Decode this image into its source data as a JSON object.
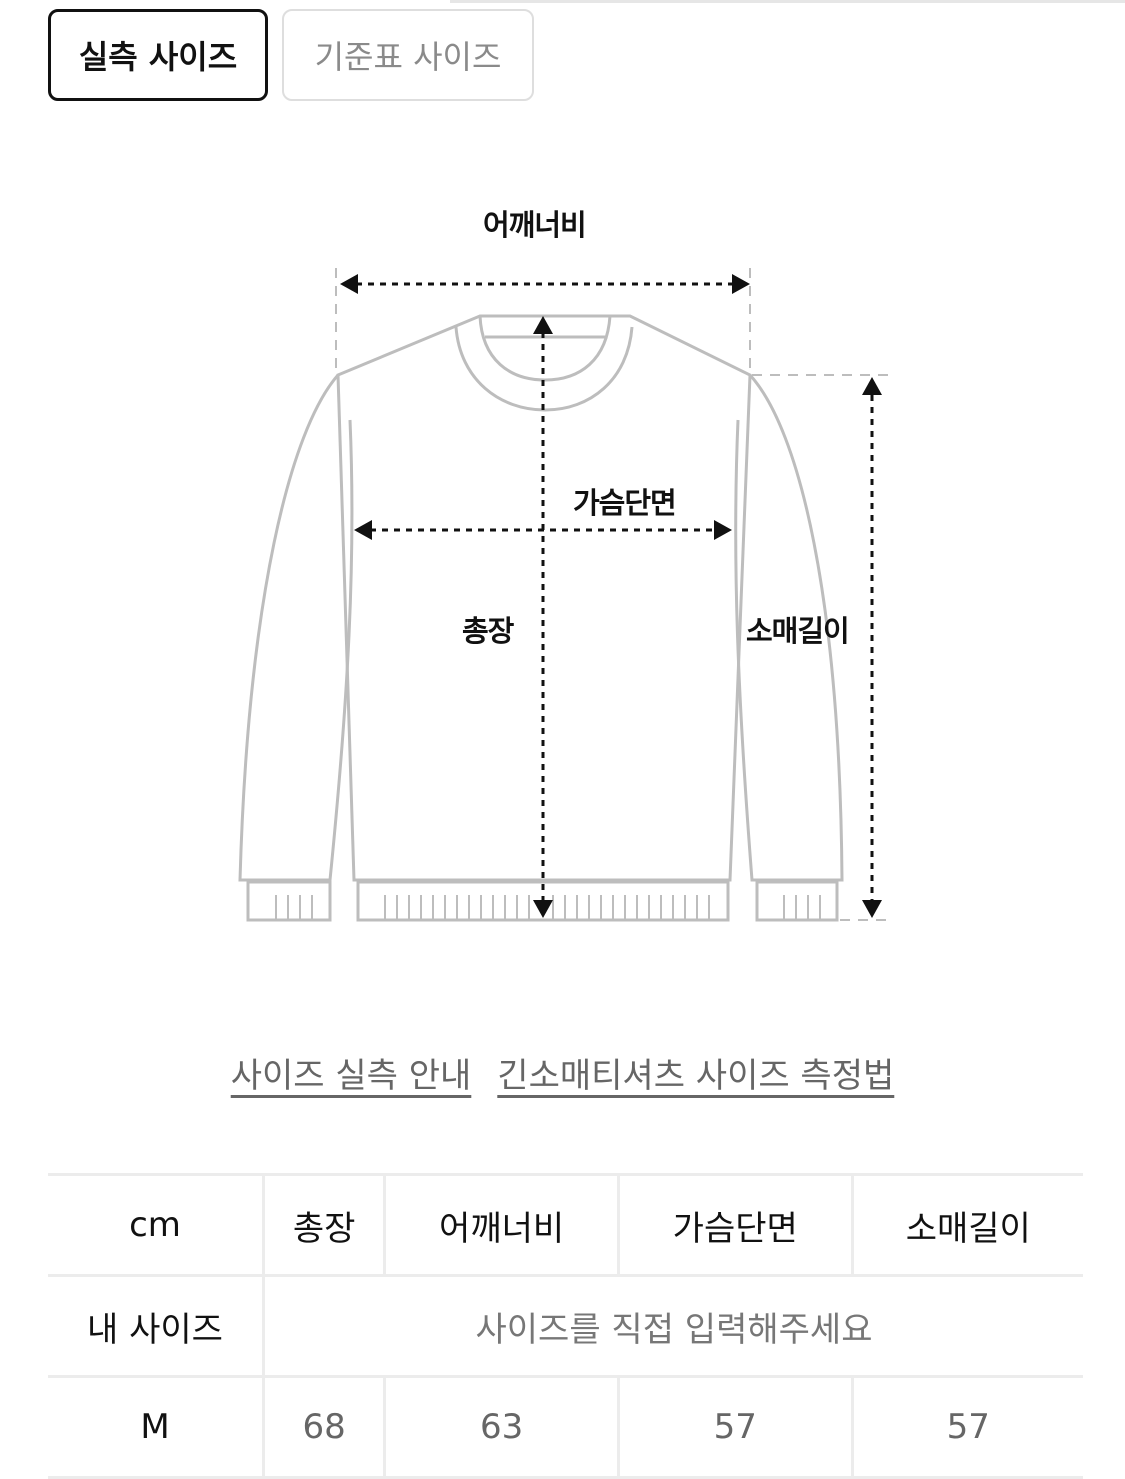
{
  "tabs": [
    {
      "label": "실측 사이즈",
      "active": true
    },
    {
      "label": "기준표 사이즈",
      "active": false
    }
  ],
  "diagram": {
    "labels": {
      "shoulder": "어깨너비",
      "chest": "가슴단면",
      "length": "총장",
      "sleeve": "소매길이"
    },
    "line_color": "#bdbdbd",
    "arrow_color": "#111111"
  },
  "links": [
    {
      "label": "사이즈 실측 안내"
    },
    {
      "label": "긴소매티셔츠 사이즈 측정법"
    }
  ],
  "size_table": {
    "unit": "cm",
    "columns": [
      "총장",
      "어깨너비",
      "가슴단면",
      "소매길이"
    ],
    "my_size_label": "내 사이즈",
    "my_size_placeholder": "사이즈를 직접 입력해주세요",
    "rows": [
      {
        "size": "M",
        "values": [
          "68",
          "63",
          "57",
          "57"
        ]
      }
    ]
  }
}
